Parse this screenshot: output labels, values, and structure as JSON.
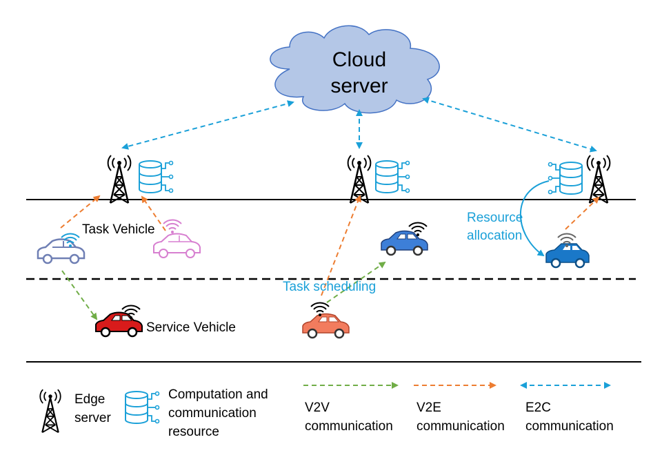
{
  "cloud": {
    "line1": "Cloud",
    "line2": "server"
  },
  "scene": {
    "task_vehicle": "Task Vehicle",
    "service_vehicle": "Service Vehicle",
    "task_scheduling": "Task scheduling",
    "resource_allocation_1": "Resource",
    "resource_allocation_2": "allocation"
  },
  "legend": {
    "edge_server_1": "Edge",
    "edge_server_2": "server",
    "resource_1": "Computation and",
    "resource_2": "communication",
    "resource_3": "resource",
    "v2v_1": "V2V",
    "v2v_2": "communication",
    "v2e_1": "V2E",
    "v2e_2": "communication",
    "e2c_1": "E2C",
    "e2c_2": "communication"
  },
  "colors": {
    "v2v": "#70ad47",
    "v2e": "#ed7d31",
    "e2c": "#1aa0d8",
    "cloud_fill": "#b4c7e7",
    "cloud_stroke": "#4472c4",
    "db_stroke": "#1aa0d8",
    "task_vehicle": "#6f7fb4",
    "task_vehicle_faded": "#d77fd0",
    "service_vehicle": "#d81b1b",
    "orange_car": "#f27c5e",
    "blue_car": "#3d7fd8",
    "blue_car2": "#1a78c8"
  },
  "icons": [
    "cloud-icon",
    "tower-icon",
    "database-icon",
    "car-icon",
    "wifi-icon"
  ]
}
